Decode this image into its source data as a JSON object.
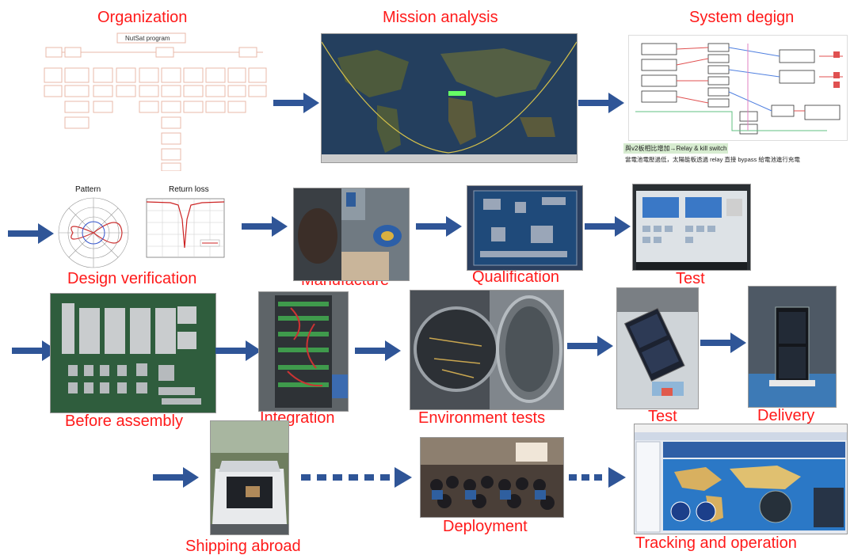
{
  "stages": {
    "organization": "Organization",
    "mission_analysis": "Mission analysis",
    "system_design": "System degign",
    "design_verification": "Design verification",
    "manufacture": "Manufacture",
    "qualification": "Qualification",
    "test_1": "Test",
    "before_assembly": "Before assembly",
    "integration": "Integration",
    "environment_tests": "Environment tests",
    "test_2": "Test",
    "delivery": "Delivery",
    "shipping_abroad": "Shipping abroad",
    "deployment": "Deployment",
    "tracking_and_operation": "Tracking and operation"
  },
  "org_chart": {
    "title": "NutSat program"
  },
  "system_design_notes": {
    "line1": "與v2板相比增加→Relay & kill switch",
    "line2": "當電池電壓過低，太陽能板透過 relay 直接 bypass 給電池進行充電"
  },
  "antenna_plots": {
    "pattern_title": "Pattern",
    "return_loss_title": "Return loss"
  },
  "colors": {
    "label_red": "#ff1a1a",
    "arrow_blue": "#2f5597"
  }
}
